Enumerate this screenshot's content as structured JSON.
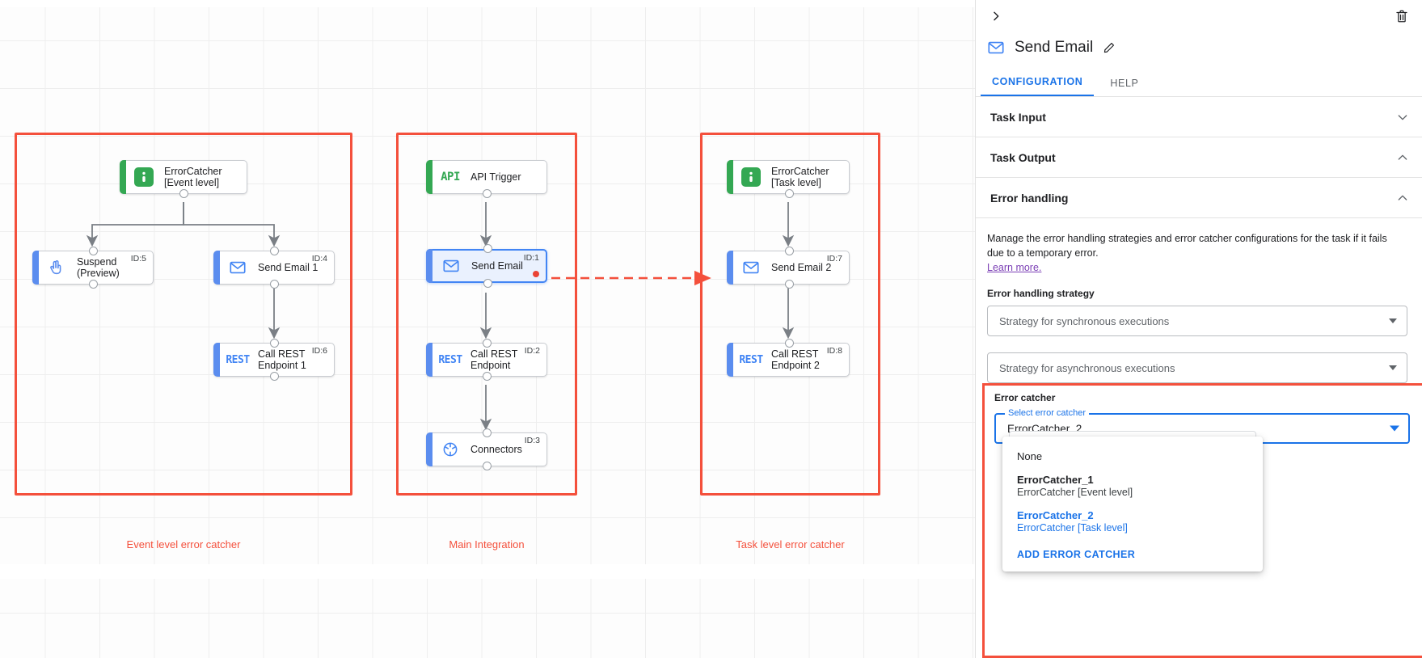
{
  "canvas": {
    "groups": [
      {
        "caption": "Event level error catcher"
      },
      {
        "caption": "Main Integration"
      },
      {
        "caption": "Task level error catcher"
      }
    ],
    "nodes": [
      {
        "label": "ErrorCatcher\n[Event level]",
        "icon": "error-catcher-icon",
        "id": "",
        "accent": "green"
      },
      {
        "label": "Suspend\n(Preview)",
        "icon": "hand-icon",
        "id": "ID:5",
        "accent": "blue"
      },
      {
        "label": "Send Email 1",
        "icon": "mail-icon",
        "id": "ID:4",
        "accent": "blue"
      },
      {
        "label": "Call REST\nEndpoint 1",
        "icon": "rest-icon",
        "id": "ID:6",
        "accent": "blue"
      },
      {
        "label": "API Trigger",
        "icon": "api-icon",
        "id": "",
        "accent": "green"
      },
      {
        "label": "Send Email",
        "icon": "mail-icon",
        "id": "ID:1",
        "accent": "blue"
      },
      {
        "label": "Call REST\nEndpoint",
        "icon": "rest-icon",
        "id": "ID:2",
        "accent": "blue"
      },
      {
        "label": "Connectors",
        "icon": "connectors-icon",
        "id": "ID:3",
        "accent": "blue"
      },
      {
        "label": "ErrorCatcher\n[Task level]",
        "icon": "error-catcher-icon",
        "id": "",
        "accent": "green"
      },
      {
        "label": "Send Email 2",
        "icon": "mail-icon",
        "id": "ID:7",
        "accent": "blue"
      },
      {
        "label": "Call REST\nEndpoint 2",
        "icon": "rest-icon",
        "id": "ID:8",
        "accent": "blue"
      }
    ]
  },
  "panel": {
    "collapse_icon": "chevron-right-icon",
    "delete_icon": "trash-icon",
    "title": "Send Email",
    "title_icon": "mail-icon",
    "edit_icon": "pencil-icon",
    "tabs": [
      {
        "label": "CONFIGURATION",
        "active": true
      },
      {
        "label": "HELP",
        "active": false
      }
    ],
    "sections": [
      {
        "title": "Task Input",
        "state": "collapsed"
      },
      {
        "title": "Task Output",
        "state": "expanded"
      },
      {
        "title": "Error handling",
        "state": "expanded"
      }
    ],
    "error_handling": {
      "description": "Manage the error handling strategies and error catcher configurations for the task if it fails due to a temporary error.",
      "learn_more": "Learn more.",
      "strategy_label": "Error handling strategy",
      "sync_placeholder": "Strategy for synchronous executions",
      "async_placeholder": "Strategy for asynchronous executions"
    },
    "error_catcher": {
      "label": "Error catcher",
      "select_float_label": "Select error catcher",
      "selected_value": "ErrorCatcher_2",
      "options": [
        {
          "title": "None",
          "subtitle": "",
          "selected": false
        },
        {
          "title": "ErrorCatcher_1",
          "subtitle": "ErrorCatcher [Event level]",
          "selected": false
        },
        {
          "title": "ErrorCatcher_2",
          "subtitle": "ErrorCatcher [Task level]",
          "selected": true
        }
      ],
      "add_action": "ADD ERROR CATCHER"
    }
  },
  "colors": {
    "accent_blue": "#1a73e8",
    "highlight_red": "#f4503c",
    "green": "#34a853",
    "node_blue": "#5b8def",
    "link_purple": "#7b3fb5",
    "error_dot": "#ea4335"
  }
}
